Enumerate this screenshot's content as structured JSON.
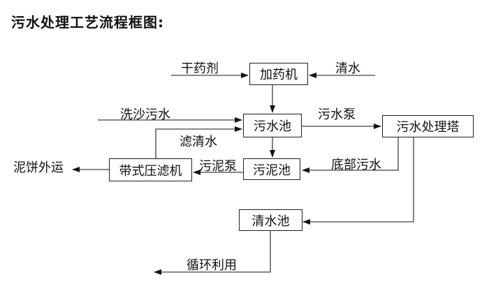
{
  "title": "污水处理工艺流程框图:",
  "diagram": {
    "nodes": {
      "dosing_machine": {
        "label": "加药机"
      },
      "sewage_pool": {
        "label": "污水池"
      },
      "treatment_tower": {
        "label": "污水处理塔"
      },
      "sludge_pool": {
        "label": "污泥池"
      },
      "belt_filter_press": {
        "label": "带式压滤机"
      },
      "clean_water_pool": {
        "label": "清水池"
      }
    },
    "edge_labels": {
      "dry_chemical": "干药剂",
      "clean_water_in": "清水",
      "sand_washing_sewage": "洗沙污水",
      "filtered_water": "滤清水",
      "sewage_pump": "污水泵",
      "bottom_sewage": "底部污水",
      "sludge_pump": "污泥泵",
      "mud_cake_out": "泥饼外运",
      "recycle_use": "循环利用"
    },
    "line_color": "#404040",
    "arrow_color": "#141414"
  }
}
